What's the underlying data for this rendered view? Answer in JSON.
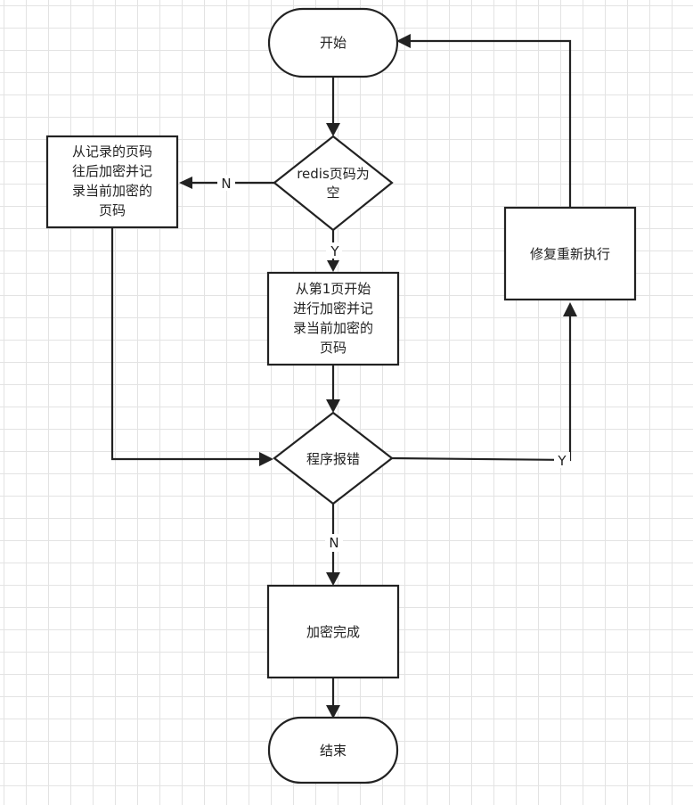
{
  "nodes": {
    "start": "开始",
    "check_redis": [
      "redis页码为",
      "空"
    ],
    "resume_encrypt": [
      "从记录的页码",
      "往后加密并记",
      "录当前加密的",
      "页码"
    ],
    "encrypt_from_first": [
      "从第1页开始",
      "进行加密并记",
      "录当前加密的",
      "页码"
    ],
    "program_error": "程序报错",
    "fix_rerun": "修复重新执行",
    "encrypt_done": "加密完成",
    "end": "结束"
  },
  "edge_labels": {
    "redis_empty_no": "N",
    "redis_empty_yes": "Y",
    "error_yes": "Y",
    "error_no": "N"
  },
  "colors": {
    "stroke": "#222222",
    "fill": "#ffffff",
    "grid": "#e3e3e3"
  }
}
